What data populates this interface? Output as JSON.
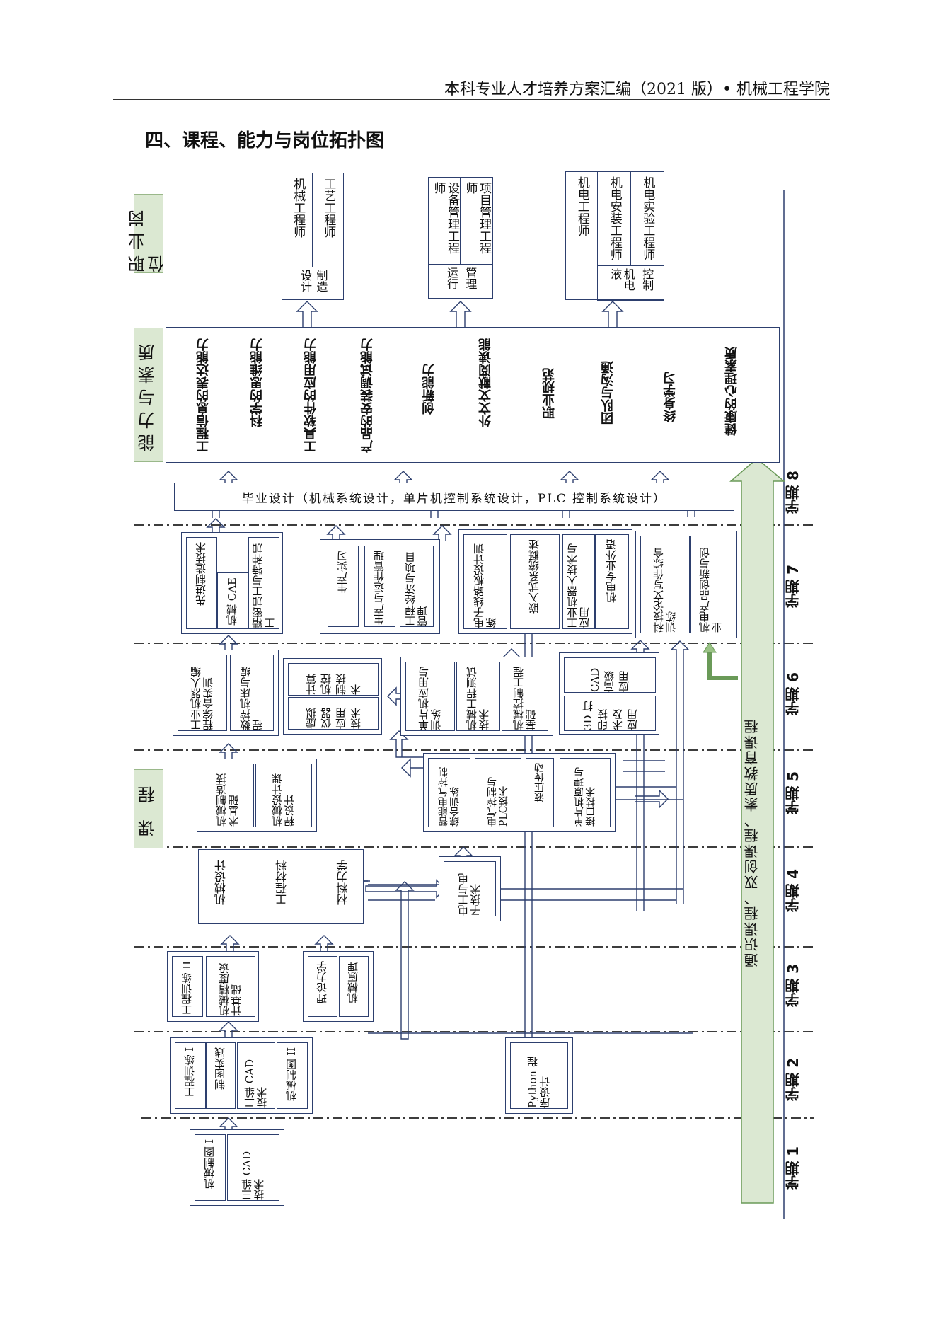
{
  "header": {
    "text": "本科专业人才培养方案汇编（2021 版）• 机械工程学院"
  },
  "section_title": "四、课程、能力与岗位拓扑图",
  "labels": {
    "jobs": "职业岗位",
    "ability": "能力与素质",
    "courses": "课 程",
    "general": "通识课程、双创课程、素质教育课程"
  },
  "semesters": [
    "学期 1",
    "学期 2",
    "学期 3",
    "学期 4",
    "学期 5",
    "学期 6",
    "学期 7",
    "学期 8"
  ],
  "jobs": {
    "g1": {
      "side1": "设计",
      "side2": "制造",
      "j1": "机械工程师",
      "j2": "工艺工程师"
    },
    "g2": {
      "side1": "运行",
      "side2": "管理",
      "j1": "设备管理工程师",
      "j2": "项目管理工程师"
    },
    "g3": {
      "side1": "机电液",
      "side2": "控制",
      "j1": "机电工程师",
      "j2": "机电安装工程师",
      "j3": "机电实验工程师"
    }
  },
  "abilities": [
    "工程信息的表达能力",
    "科学的思维能力",
    "工具软件的应用能力",
    "产品的安装调试能力",
    "创新能力",
    "外文文献阅读能",
    "职业规范",
    "团队与沟通",
    "终身学习",
    "健康的心理素质"
  ],
  "courses": {
    "s1": [
      "机械制图 I",
      "三维 CAD 技术"
    ],
    "s2": [
      "工程训练 I",
      "制图实践",
      "二维 CAD 技术",
      "机械制图 II"
    ],
    "s2b": "Python 程序设计",
    "s3a": [
      "工程训练 II",
      "机械精度设计基础"
    ],
    "s3b": [
      "理论力学",
      "机械原理"
    ],
    "s4a": [
      "机械设计",
      "工程材料",
      "材料力学"
    ],
    "s4b": "电工与电子技术",
    "s5a": [
      "机械制造技术基础",
      "机械设计课程设计"
    ],
    "s5b": [
      "智能电气控制综合训练",
      "电气控制与PLC技术",
      "液压传动",
      "单片机原理与接口技术"
    ],
    "s6a": [
      "工业机器人编程综合实训",
      "数控机床与编程"
    ],
    "s6b": [
      "计算机控制技术",
      "虚拟仪器应用技术"
    ],
    "s6c": [
      "单片机应用与训练",
      "机械工程测试技术",
      "机械控制工程基础"
    ],
    "s6d": [
      "CAD 高级应用",
      "3D 打印技术及应用"
    ],
    "s7a": [
      "精密加工与特种加工",
      "机械 CAE",
      "先进制造技术"
    ],
    "s7b": [
      "生产实习",
      "工程经济与项目管理",
      "生产与运作管理"
    ],
    "s7c": [
      "电子线路板设计训练",
      "机电专业外语",
      "工业机器人技术与应用",
      "嵌入式系统概述"
    ],
    "s7d": [
      "科技论文写作综合训练",
      "机电产品创新与创业"
    ],
    "s8": "毕业设计（机械系统设计，单片机控制系统设计，PLC 控制系统设计）"
  }
}
